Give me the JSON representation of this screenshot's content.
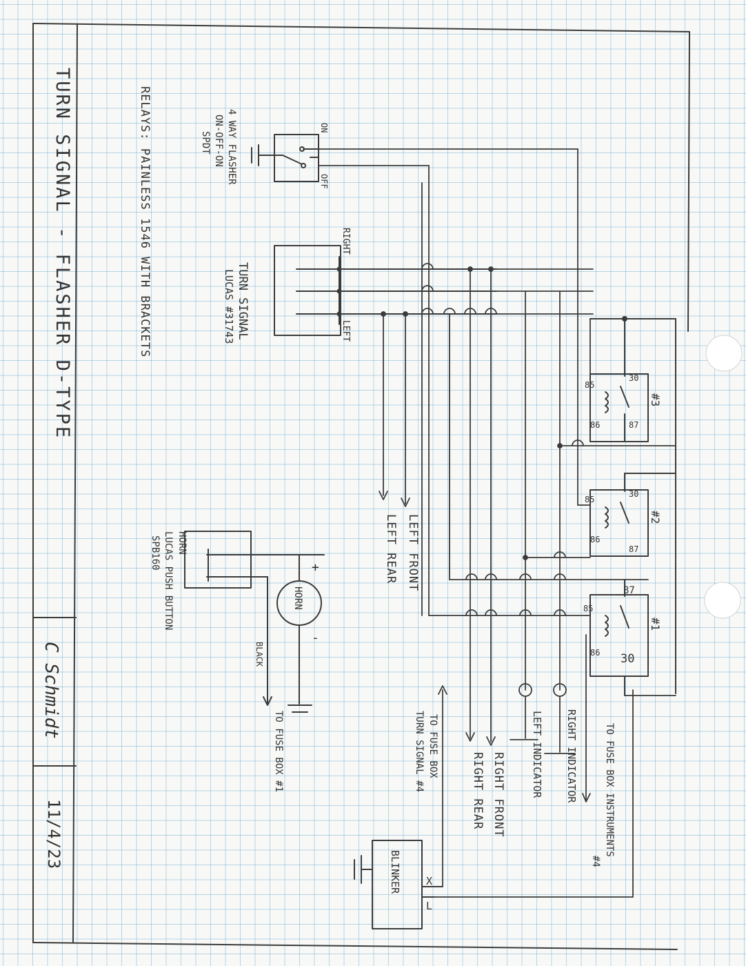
{
  "title": "TURN SIGNAL - FLASHER D-TYPE",
  "author": "C Schmidt",
  "date": "11/4/23",
  "relays_note": "RELAYS: PAINLESS 1546 WITH BRACKETS",
  "hazard_switch": {
    "label_line1": "4 WAY FLASHER",
    "label_line2": "ON-OFF-ON",
    "label_line3": "SPDT",
    "on_label": "ON",
    "off_label": "OFF"
  },
  "turn_switch": {
    "label_line1": "TURN SIGNAL",
    "label_line2": "LUCAS #31743",
    "right_label": "RIGHT",
    "left_label": "LEFT"
  },
  "horn_button": {
    "label_line1": "HORN",
    "label_line2": "LUCAS PUSH BUTTON",
    "label_line3": "SPB160"
  },
  "horn": {
    "label": "HORN",
    "plus": "+",
    "minus": "-",
    "wire_color": "BLACK",
    "to_label": "TO FUSE BOX #1"
  },
  "relays": [
    {
      "id": "#3",
      "pins": [
        "85",
        "86",
        "87",
        "30"
      ]
    },
    {
      "id": "#2",
      "pins": [
        "85",
        "86",
        "87",
        "30"
      ]
    },
    {
      "id": "#1",
      "pins": [
        "85",
        "86",
        "87",
        "30"
      ]
    }
  ],
  "outputs": {
    "left_front": "LEFT FRONT",
    "left_rear": "LEFT REAR",
    "right_front": "RIGHT FRONT",
    "right_rear": "RIGHT REAR",
    "left_indicator": "LEFT INDICATOR",
    "right_indicator": "RIGHT INDICATOR",
    "fuse_instruments_line1": "TO FUSE BOX INSTRUMENTS",
    "fuse_instruments_line2": "#4",
    "fuse_turn_line1": "TO FUSE BOX",
    "fuse_turn_line2": "TURN SIGNAL #4"
  },
  "blinker": {
    "label": "BLINKER",
    "x_pin": "X",
    "l_pin": "L"
  }
}
